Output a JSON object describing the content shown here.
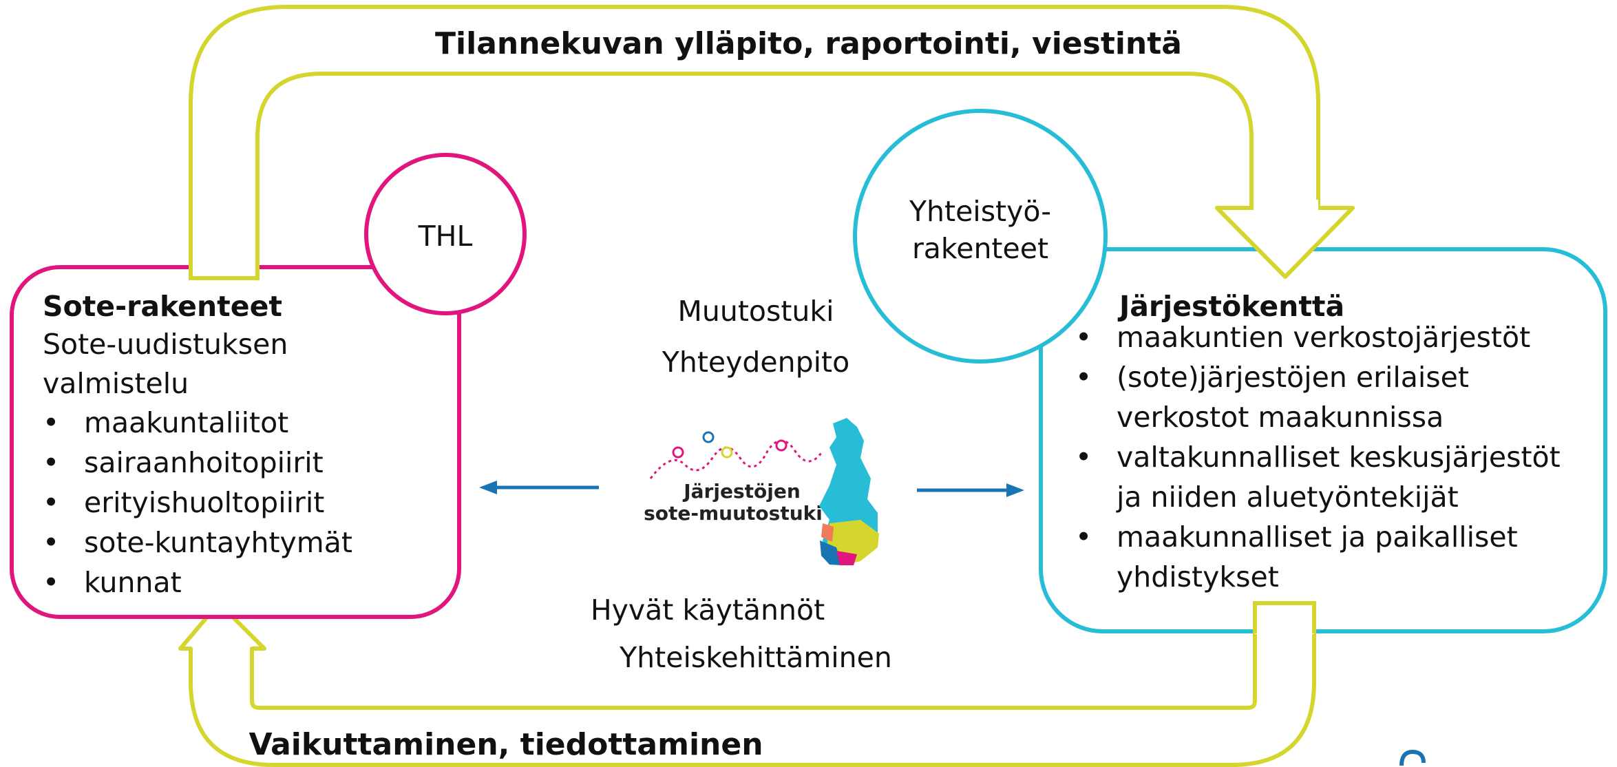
{
  "colors": {
    "yellow": "#d4d52d",
    "magenta": "#e0167e",
    "cyan": "#27bdd6",
    "arrow_blue": "#1a74b4",
    "text": "#111111"
  },
  "banners": {
    "top": "Tilannekuvan ylläpito, raportointi, viestintä",
    "bottom": "Vaikuttaminen, tiedottaminen"
  },
  "circles": {
    "thl": "THL",
    "yhteistyo_line1": "Yhteistyö-",
    "yhteistyo_line2": "rakenteet"
  },
  "left_box": {
    "title": "Sote-rakenteet",
    "subtitle_line1": "Sote-uudistuksen",
    "subtitle_line2": "valmistelu",
    "items": [
      "maakuntaliitot",
      "sairaanhoitopiirit",
      "erityishuoltopiirit",
      "sote-kuntayhtymät",
      "kunnat"
    ]
  },
  "right_box": {
    "title": "Järjestökenttä",
    "items": [
      {
        "line1": "maakuntien verkostojärjestöt",
        "line2": ""
      },
      {
        "line1": "(sote)järjestöjen erilaiset",
        "line2": "verkostot maakunnissa"
      },
      {
        "line1": "valtakunnalliset keskusjärjestöt",
        "line2": "ja niiden aluetyöntekijät"
      },
      {
        "line1": "maakunnalliset ja paikalliset",
        "line2": "yhdistykset"
      }
    ]
  },
  "center": {
    "top_line1": "Muutostuki",
    "top_line2": "Yhteydenpito",
    "bottom_line1": "Hyvät käytännöt",
    "bottom_line2": "Yhteiskehittäminen",
    "logo_line1": "Järjestöjen",
    "logo_line2": "sote-muutostuki"
  }
}
